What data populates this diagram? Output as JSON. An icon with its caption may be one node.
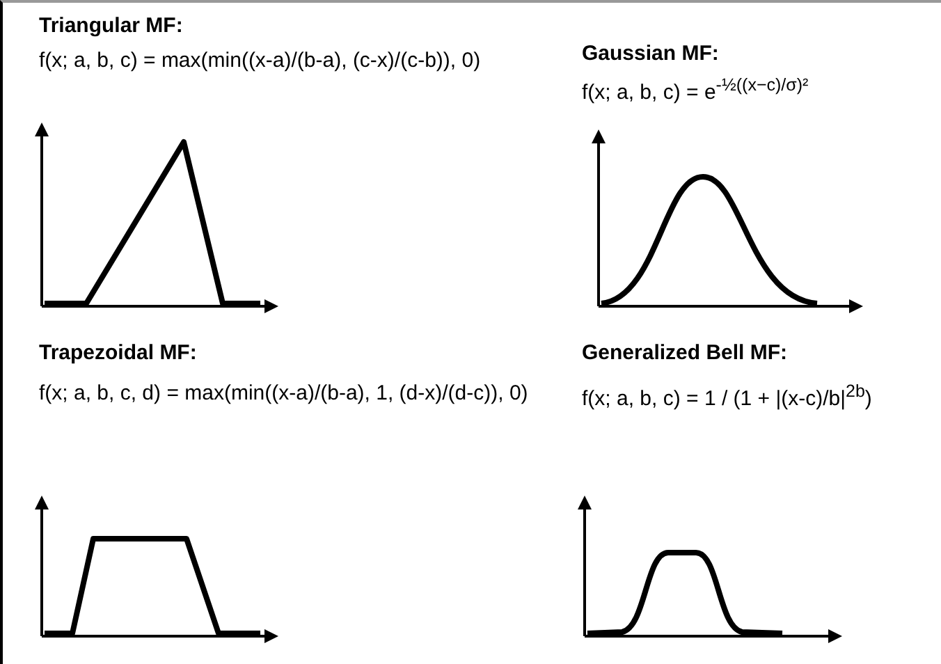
{
  "diagram": {
    "labels": [
      "Triangular MF:",
      "f(x; a, b, c) = max(min((x-a)/(b-a), (c-x)/(c-b)), 0)",
      "Gaussian MF:",
      "f(x; a, b, c) = e$^{-½((x−c)/σ)²}$",
      "Trapezoidal MF:",
      "f(x; a, b, c, d) = max(min((x-a)/(b-a), 1, (d-x)/(d-c)), 0)",
      "Generalized Bell MF:",
      "f(x; a, b, c) = 1 / (1 + |(x-c)/b|$^{2b}$)"
    ]
  }
}
